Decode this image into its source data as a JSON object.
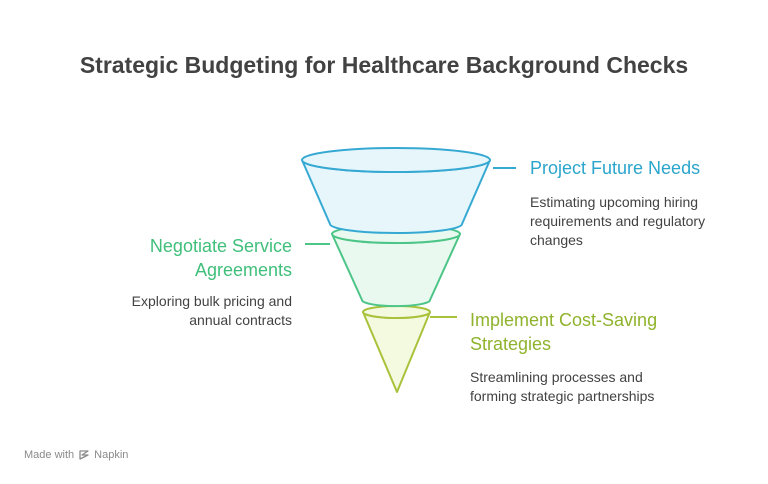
{
  "title": "Strategic Budgeting for Healthcare Background Checks",
  "stages": [
    {
      "title": "Project Future Needs",
      "description": "Estimating upcoming hiring requirements and regulatory changes",
      "color": "#2aa5cc"
    },
    {
      "title": "Negotiate Service Agreements",
      "description": "Exploring bulk pricing and annual contracts",
      "color": "#3fbf7a"
    },
    {
      "title": "Implement Cost-Saving Strategies",
      "description": "Streamlining processes and forming strategic partnerships",
      "color": "#8fb32c"
    }
  ],
  "footer": {
    "prefix": "Made with",
    "brand": "Napkin",
    "icon": "napkin-logo-icon"
  }
}
